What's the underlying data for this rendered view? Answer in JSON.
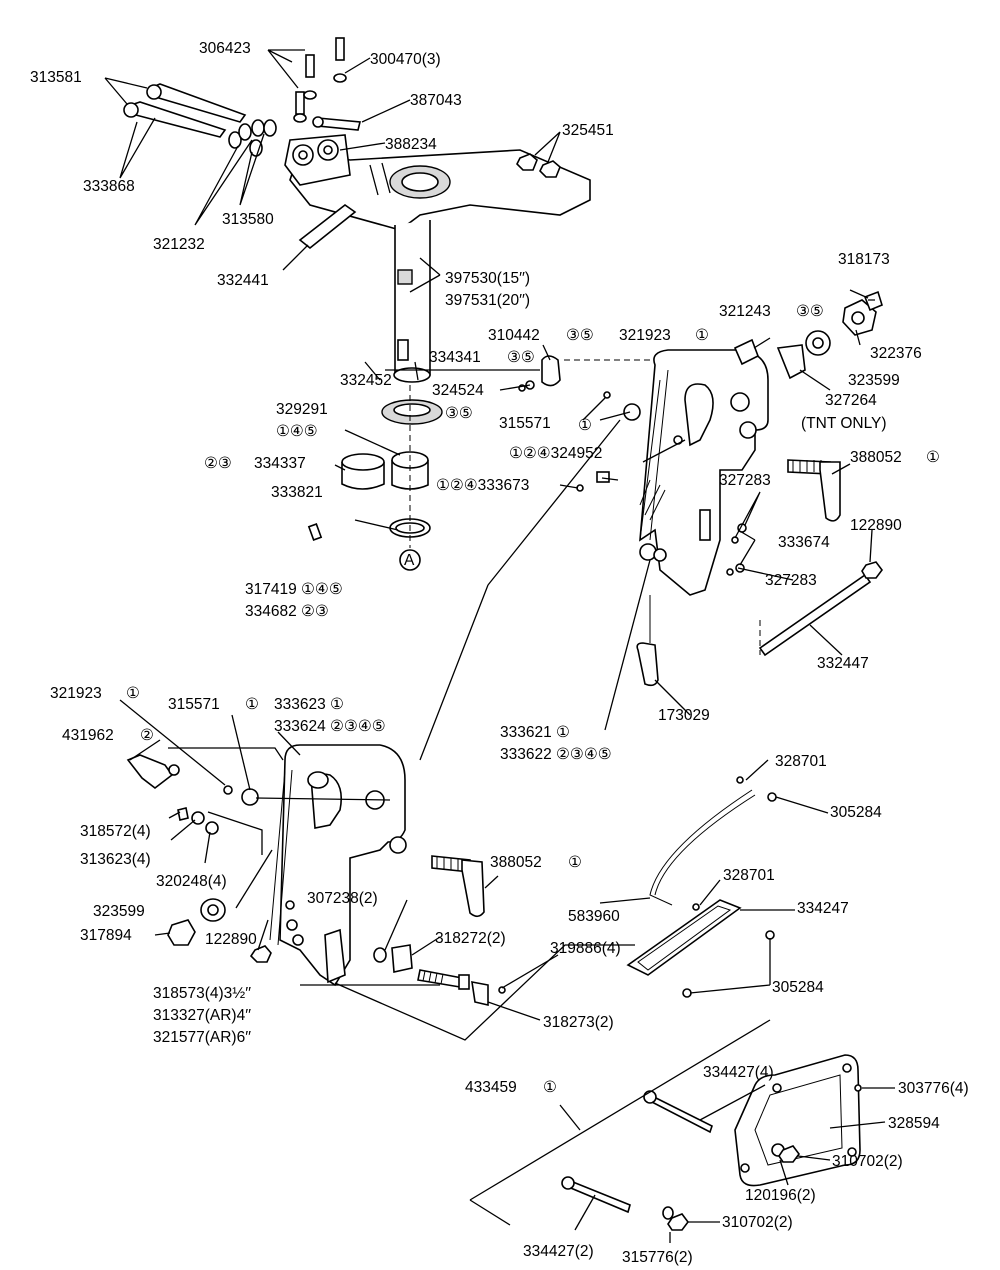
{
  "diagram": {
    "labels": {
      "l306423": "306423",
      "l300470": "300470(3)",
      "l313581": "313581",
      "l387043": "387043",
      "l388234": "388234",
      "l325451": "325451",
      "l333868": "333868",
      "l321232": "321232",
      "l313580": "313580",
      "l332441": "332441",
      "l397530": "397530(15′′)",
      "l397531": "397531(20′′)",
      "l318173": "318173",
      "l321243": "321243",
      "l321243n": "③⑤",
      "l322376": "322376",
      "l310442": "310442",
      "l310442n": "③⑤",
      "l321923a": "321923",
      "l321923an": "①",
      "l323599a": "323599",
      "l334341": "334341",
      "l334341n": "③⑤",
      "l332452": "332452",
      "l324524": "324524",
      "l327264": "327264",
      "l327264b": "(TNT ONLY)",
      "l329291": "329291",
      "l329291n": "①④⑤",
      "l324524n": "③⑤",
      "l315571a": "315571",
      "l315571an": "①",
      "l334337n": "②③",
      "l334337": "334337",
      "l324952": "①②④324952",
      "l388052a": "388052",
      "l388052an": "①",
      "l333821": "333821",
      "l333673": "①②④333673",
      "l327283a": "327283",
      "l122890a": "122890",
      "l333674": "333674",
      "l circleA": "A",
      "l317419": "317419 ①④⑤",
      "l327283b": "327283",
      "l334682": "334682 ②③",
      "l332447": "332447",
      "l321923b": "321923",
      "l321923bn": "①",
      "l315571b": "315571",
      "l315571bn": "①",
      "l333623": "333623 ①",
      "l333624": "333624 ②③④⑤",
      "l431962": "431962",
      "l431962n": "②",
      "l173029": "173029",
      "l333621": "333621 ①",
      "l333622": "333622 ②③④⑤",
      "l328701a": "328701",
      "l318572": "318572(4)",
      "l305284a": "305284",
      "l313623": "313623(4)",
      "l388052b": "388052",
      "l388052bn": "①",
      "l320248": "320248(4)",
      "l328701b": "328701",
      "l307238": "307238(2)",
      "l323599b": "323599",
      "l583960": "583960",
      "l334247": "334247",
      "l317894": "317894",
      "l122890b": "122890",
      "l318272": "318272(2)",
      "l319886": "319886(4)",
      "l305284b": "305284",
      "l318573": "318573(4)3½′′",
      "l313327": "313327(AR)4′′",
      "l318273": "318273(2)",
      "l321577": "321577(AR)6′′",
      "l433459": "433459",
      "l433459n": "①",
      "l334427a": "334427(4)",
      "l303776": "303776(4)",
      "l328594": "328594",
      "l310702a": "310702(2)",
      "l120196": "120196(2)",
      "l310702b": "310702(2)",
      "l334427b": "334427(2)",
      "l315776": "315776(2)"
    }
  }
}
